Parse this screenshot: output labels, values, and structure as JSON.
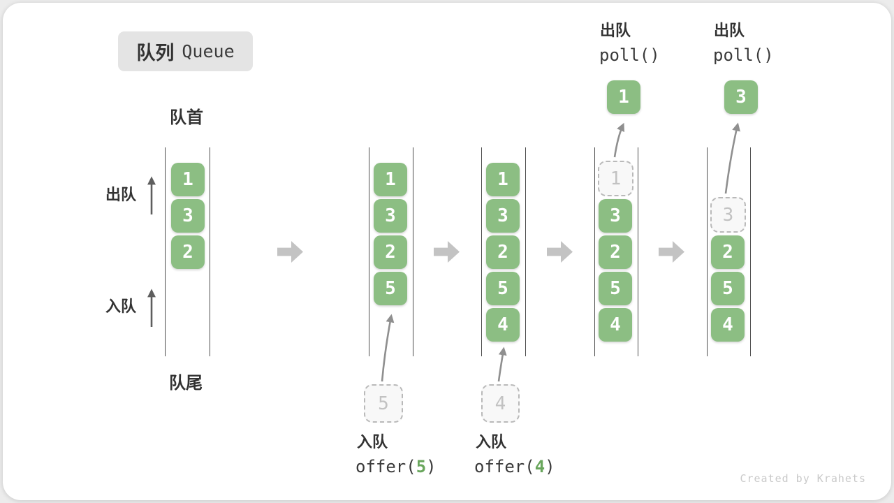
{
  "title": {
    "zh": "队列",
    "en": "Queue"
  },
  "labels": {
    "front": "队首",
    "rear": "队尾",
    "dequeue_side": "出队",
    "enqueue_side": "入队"
  },
  "colors": {
    "box_green": "#8CBE83",
    "code_green": "#69A65C",
    "step_arrow_gray": "#C3C3C3",
    "title_badge_bg": "#e4e4e4"
  },
  "states": {
    "s1": {
      "cells": [
        "1",
        "3",
        "2"
      ]
    },
    "s2": {
      "cells": [
        "1",
        "3",
        "2",
        "5"
      ],
      "pending": "5",
      "op": {
        "zh": "入队",
        "code_prefix": "offer(",
        "code_arg": "5",
        "code_suffix": ")"
      }
    },
    "s3": {
      "cells": [
        "1",
        "3",
        "2",
        "5",
        "4"
      ],
      "pending": "4",
      "op": {
        "zh": "入队",
        "code_prefix": "offer(",
        "code_arg": "4",
        "code_suffix": ")"
      }
    },
    "s4": {
      "ghost": "1",
      "cells": [
        "3",
        "2",
        "5",
        "4"
      ],
      "removed": "1",
      "op": {
        "zh": "出队",
        "code": "poll()"
      }
    },
    "s5": {
      "ghost": "3",
      "cells": [
        "2",
        "5",
        "4"
      ],
      "removed": "3",
      "op": {
        "zh": "出队",
        "code": "poll()"
      }
    }
  },
  "watermark": "Created by Krahets"
}
